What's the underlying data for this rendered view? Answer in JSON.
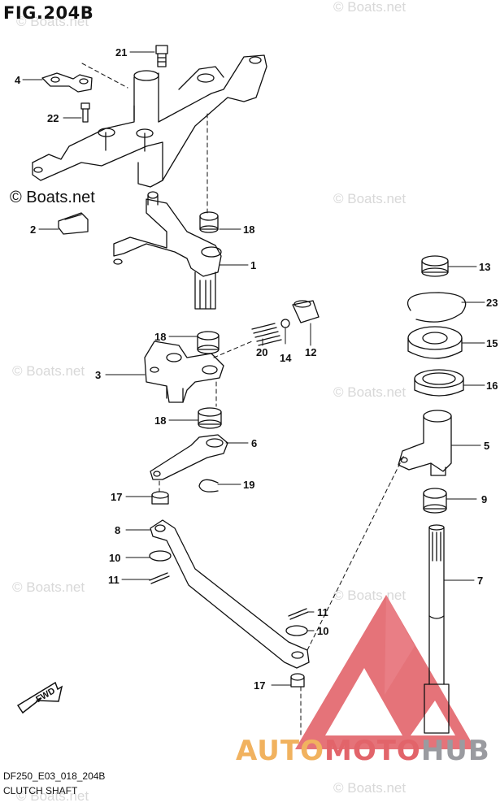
{
  "figure": {
    "title": "FIG.204B",
    "code": "DF250_E03_018_204B",
    "caption": "CLUTCH SHAFT",
    "fwd_label": "FWD",
    "watermark": "© Boats.net",
    "boats_tag": "© Boats.net"
  },
  "brand": {
    "part1": "AUTO",
    "part2": "MOTO",
    "part3": "HUB"
  },
  "parts": [
    {
      "ref": "21"
    },
    {
      "ref": "4"
    },
    {
      "ref": "22"
    },
    {
      "ref": "2"
    },
    {
      "ref": "18"
    },
    {
      "ref": "1"
    },
    {
      "ref": "13"
    },
    {
      "ref": "23"
    },
    {
      "ref": "15"
    },
    {
      "ref": "16"
    },
    {
      "ref": "5"
    },
    {
      "ref": "18"
    },
    {
      "ref": "3"
    },
    {
      "ref": "20"
    },
    {
      "ref": "14"
    },
    {
      "ref": "12"
    },
    {
      "ref": "18"
    },
    {
      "ref": "6"
    },
    {
      "ref": "19"
    },
    {
      "ref": "17"
    },
    {
      "ref": "9"
    },
    {
      "ref": "8"
    },
    {
      "ref": "10"
    },
    {
      "ref": "11"
    },
    {
      "ref": "7"
    },
    {
      "ref": "11"
    },
    {
      "ref": "10"
    },
    {
      "ref": "17"
    }
  ],
  "colors": {
    "logo_red": "#e2646a",
    "logo_orange": "#f1b25f",
    "logo_gray": "#9a9ba0",
    "watermark": "#d8d8d8"
  }
}
